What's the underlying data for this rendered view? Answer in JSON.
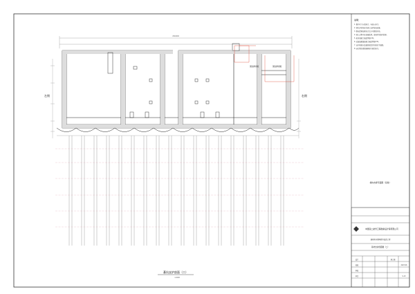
{
  "drawing": {
    "title": "基坑支护剖面（二）",
    "scale": "1:100",
    "left_side_label": "左侧",
    "right_side_label": "右侧",
    "overall_dimension": "29400"
  },
  "notes": {
    "header": "说明：",
    "lines": [
      "1. 图中尺寸以毫米计，标高以米计。",
      "2. 基坑开挖前应先施工支护桩及冠梁。",
      "3. 钢支撑施加预应力后方可继续开挖。",
      "4. 施工过程中应加强监测，发现异常及时处理。",
      "5. 桩身混凝土强度等级C30。",
      "6. 冠梁及腰梁混凝土强度等级C30。",
      "7. 支护桩桩长及嵌固深度详见桩位平面图。",
      "8. 未尽事宜参照国家现行规范执行。"
    ]
  },
  "detail_labels": {
    "upper": "钢支撑详图",
    "lower": "钢支撑详图"
  },
  "legend": {
    "title": "横向支撑平面图（基准）"
  },
  "title_block": {
    "company": "中国第二航务工程勘察设计院有限公司",
    "project_row": "城南排水管网提升改造工程",
    "sheet_title": "基坑支护剖面图（二）",
    "stage": "施工图",
    "date": "2023.06",
    "sheet_no": "S-13",
    "designer": "设计",
    "checker": "校核",
    "reviewer": "审核",
    "approver": "审定"
  }
}
